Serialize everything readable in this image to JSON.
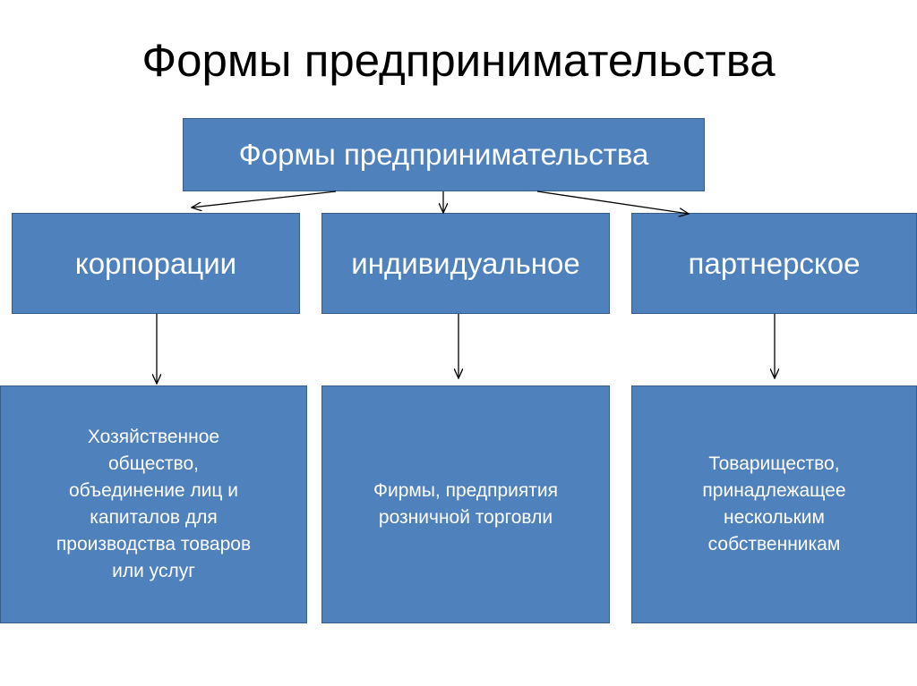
{
  "title": "Формы предпринимательства",
  "root": {
    "label": "Формы предпринимательства"
  },
  "categories": [
    {
      "label": "корпорации",
      "description": "Хозяйственное\nобщество,\nобъединение лиц и\nкапиталов для\nпроизводства товаров\nили услуг"
    },
    {
      "label": "индивидуальное",
      "description": "Фирмы, предприятия\nрозничной торговли"
    },
    {
      "label": "партнерское",
      "description": "Товарищество,\nпринадлежащее\nнескольким\nсобственникам"
    }
  ],
  "colors": {
    "box_fill": "#4f81bd",
    "box_border": "#385d8a",
    "box_text": "#ffffff",
    "arrow": "#000000"
  }
}
